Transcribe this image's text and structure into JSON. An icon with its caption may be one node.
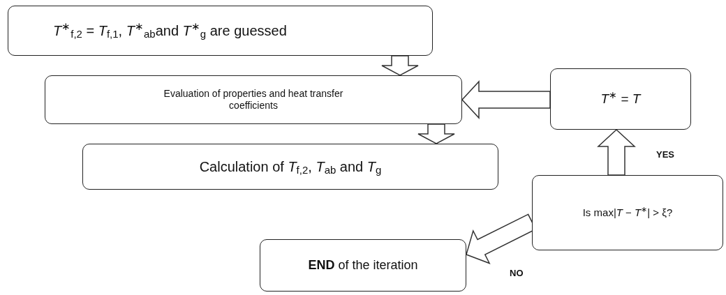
{
  "diagram": {
    "nodes": [
      {
        "text": [
          "*T*$^{∗}$$_{f,2}$ = *T*$_{f,1}$, *T*$^{∗}$$_{ab}$and *T*$^{∗}$$_{g}$ are guessed"
        ]
      },
      {
        "text": [
          "Evaluation of properties and heat transfer coefficients"
        ]
      },
      {
        "text": [
          "Calculation of *T*$_{f,2}$, *T*$_{ab}$ and *T*$_{g}$"
        ]
      },
      {
        "text": [
          "*T*$^{∗}$ = *T*"
        ]
      },
      {
        "text": [
          "Is max|*T* − *T*$^{∗}$| > ξ?"
        ]
      },
      {
        "text": [
          "**END** of the iteration"
        ]
      }
    ],
    "edges": [
      {
        "from": 0,
        "to": 1,
        "arrow": "to"
      },
      {
        "from": 1,
        "to": 2,
        "arrow": "to"
      },
      {
        "from": 4,
        "to": 3,
        "arrow": "to",
        "label": "YES"
      },
      {
        "from": 3,
        "to": 1,
        "arrow": "to"
      },
      {
        "from": 4,
        "to": 5,
        "arrow": "to",
        "label": "NO"
      }
    ]
  }
}
